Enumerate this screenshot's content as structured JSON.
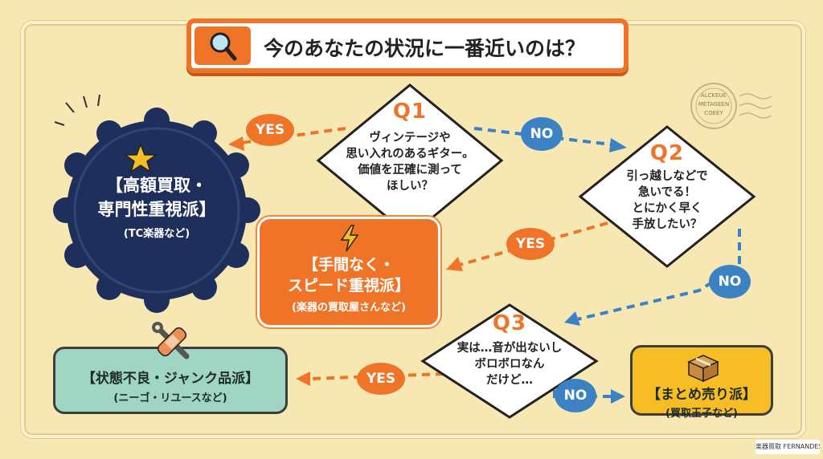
{
  "title": "今のあなたの状況に一番近いのは？",
  "q1": {
    "label": "Q1",
    "text": "ヴィンテージや\n思い入れのあるギター。\n価値を正確に測って\nほしい？"
  },
  "q2": {
    "label": "Q2",
    "text": "引っ越しなどで\n急いでる！\nとにかく早く\n手放したい？"
  },
  "q3": {
    "label": "Q3",
    "text": "実は…音が出ないし\nボロボロなん\nだけど…"
  },
  "yes_label": "YES",
  "no_label": "NO",
  "results": {
    "high_value": {
      "main": "【高額買取・\n専門性重視派】",
      "sub": "(TC楽器など)"
    },
    "speed": {
      "main": "【手間なく・\nスピード重視派】",
      "sub": "(楽器の買取屋さんなど)"
    },
    "junk": {
      "main": "【状態不良・ジャンク品派】",
      "sub": "(ニーゴ・リユースなど)"
    },
    "bulk": {
      "main": "【まとめ売り派】",
      "sub": "(買取王子など)"
    }
  },
  "stamp_text": [
    "ALCKEUE",
    "METAGEEN",
    "COEEY"
  ],
  "logo_text": "楽器買取 FERNANDES",
  "colors": {
    "orange": "#ef7428",
    "navy": "#1f2f5c",
    "blue": "#3b82c4",
    "green": "#9fd5c2",
    "yellow": "#f6bd24",
    "background": "#f6e7b3"
  },
  "icons": [
    "search-icon",
    "star-icon",
    "lightning-icon",
    "wrench-bandage-icon",
    "box-icon",
    "stamp-icon"
  ]
}
